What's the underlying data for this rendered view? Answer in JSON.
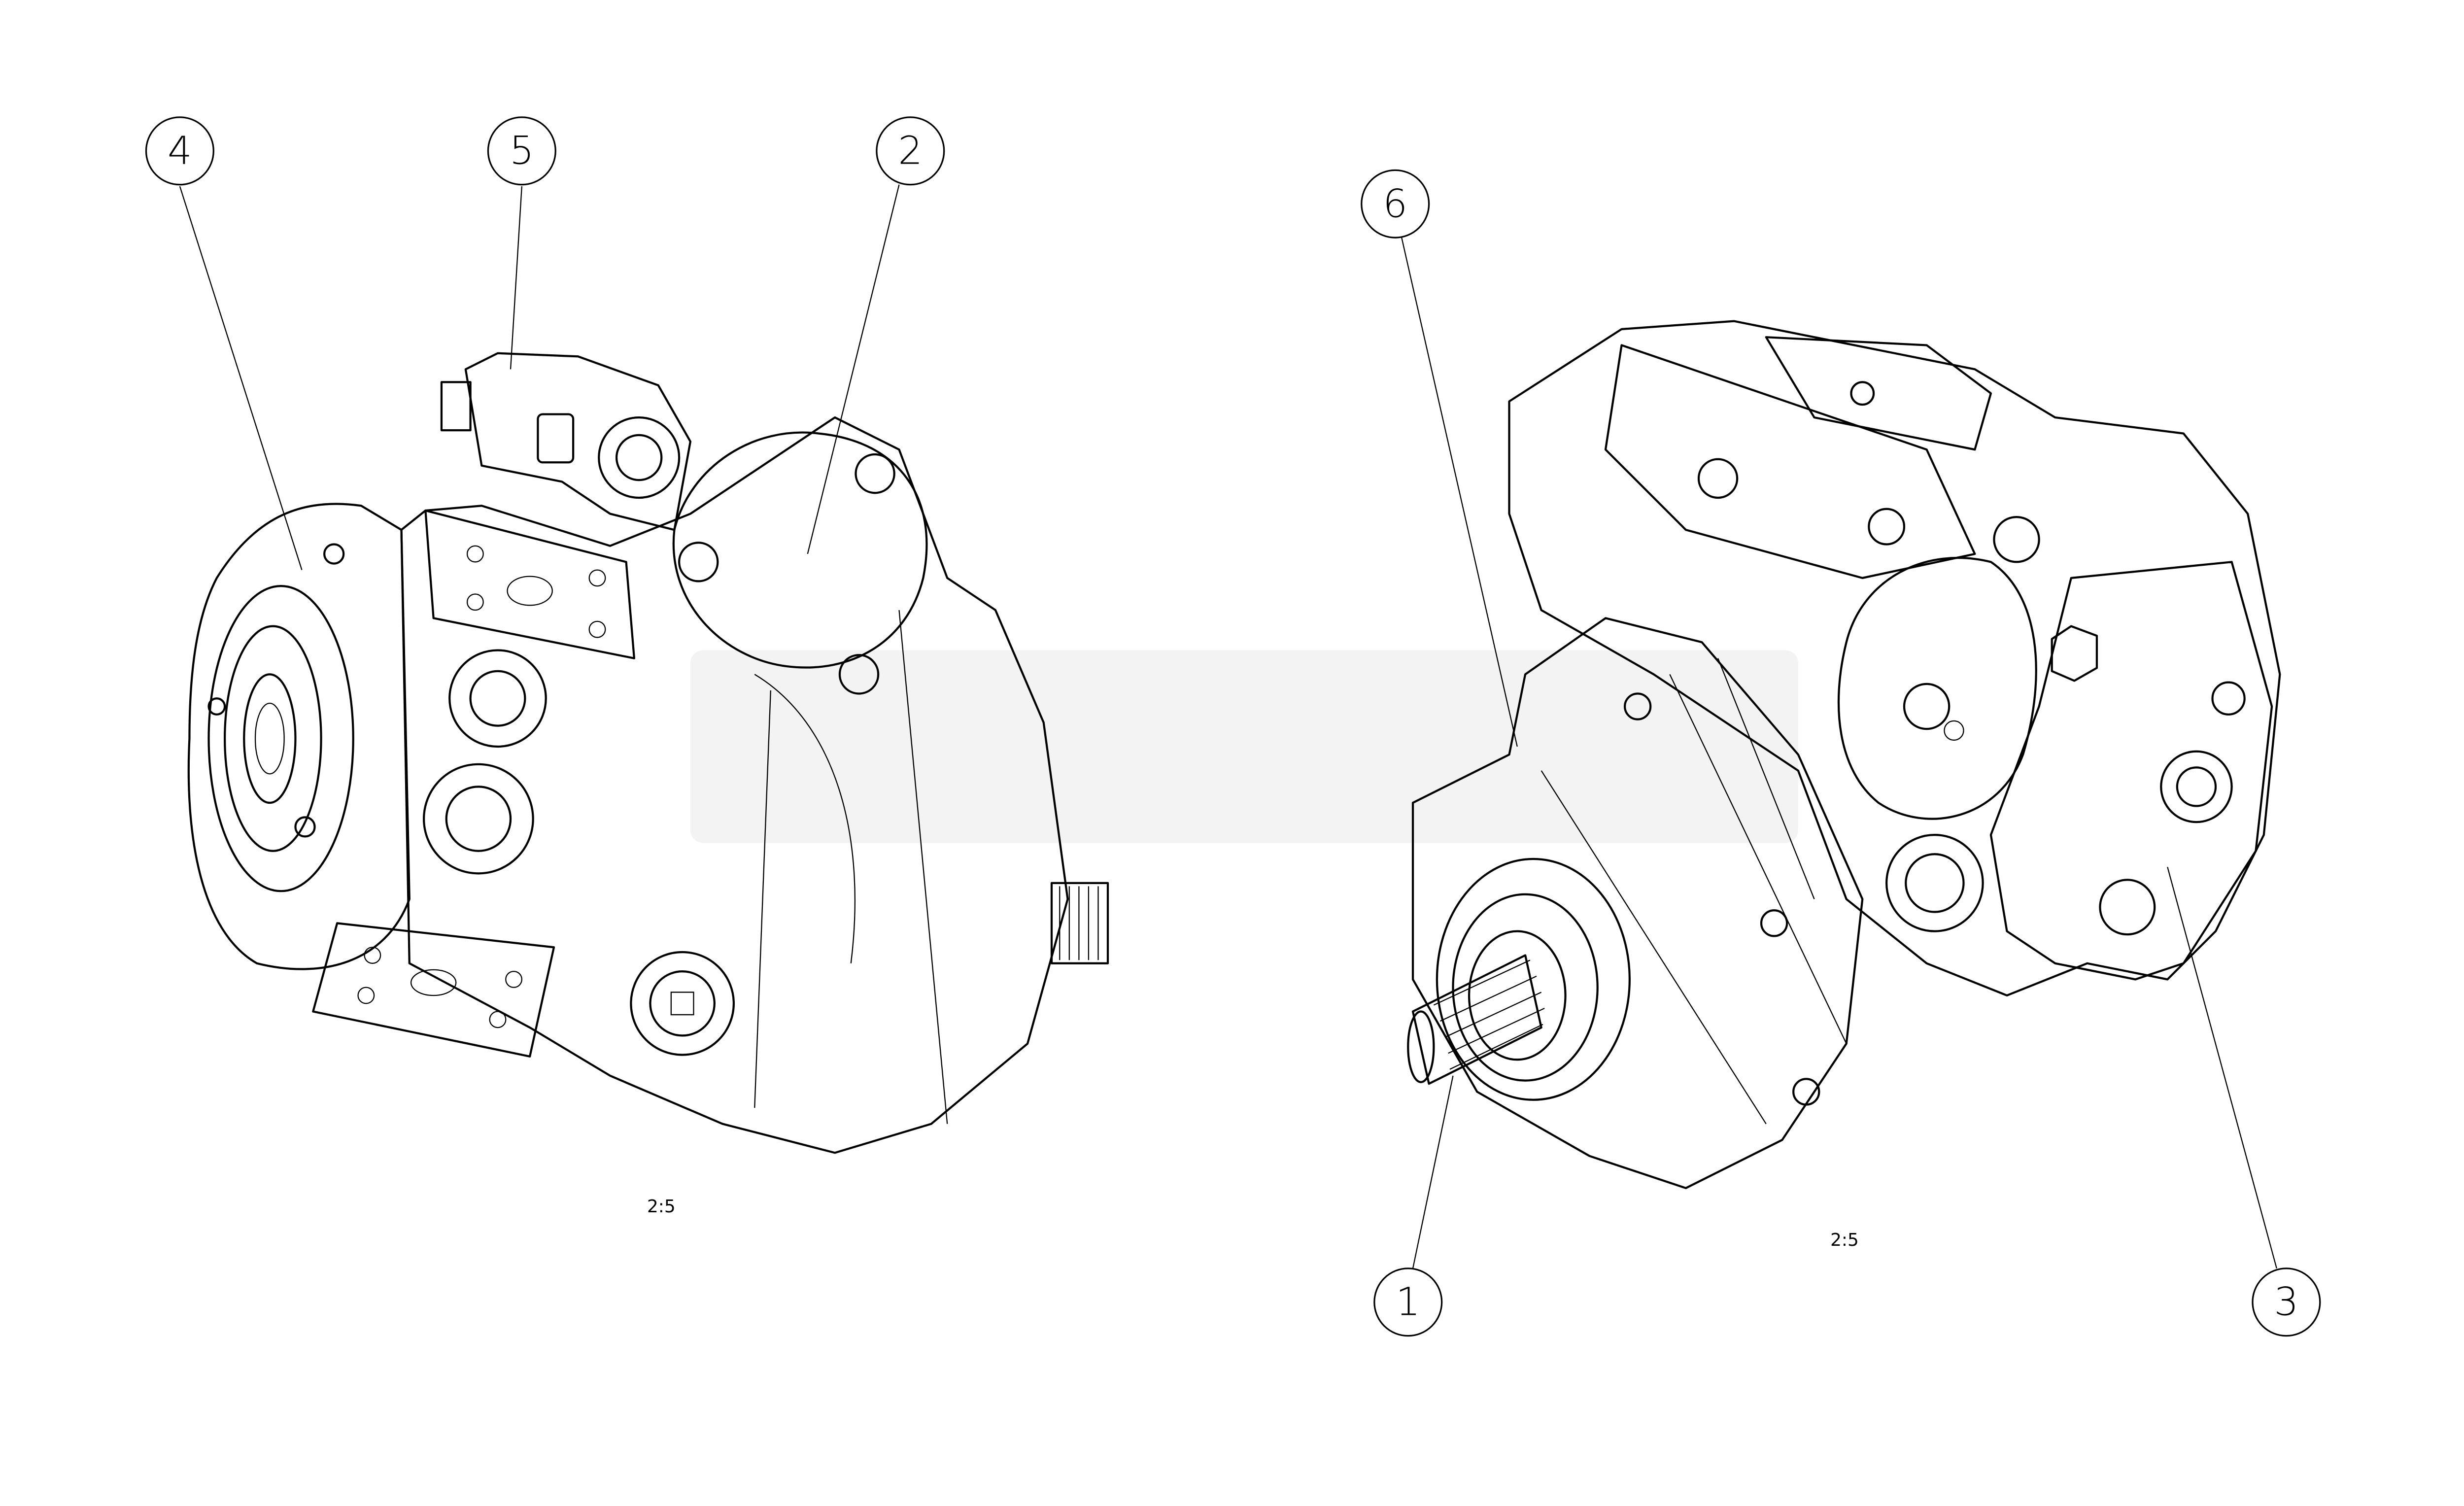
{
  "drawing": {
    "views": [
      {
        "name": "left-view",
        "scale_label": "2:5"
      },
      {
        "name": "right-view",
        "scale_label": "2:5"
      }
    ],
    "balloons": [
      {
        "label": "4"
      },
      {
        "label": "5"
      },
      {
        "label": "2"
      },
      {
        "label": "6"
      },
      {
        "label": "1"
      },
      {
        "label": "3"
      }
    ],
    "colors": {
      "line": "#000000",
      "background": "#ffffff",
      "watermark": "#f3f3f3"
    }
  }
}
